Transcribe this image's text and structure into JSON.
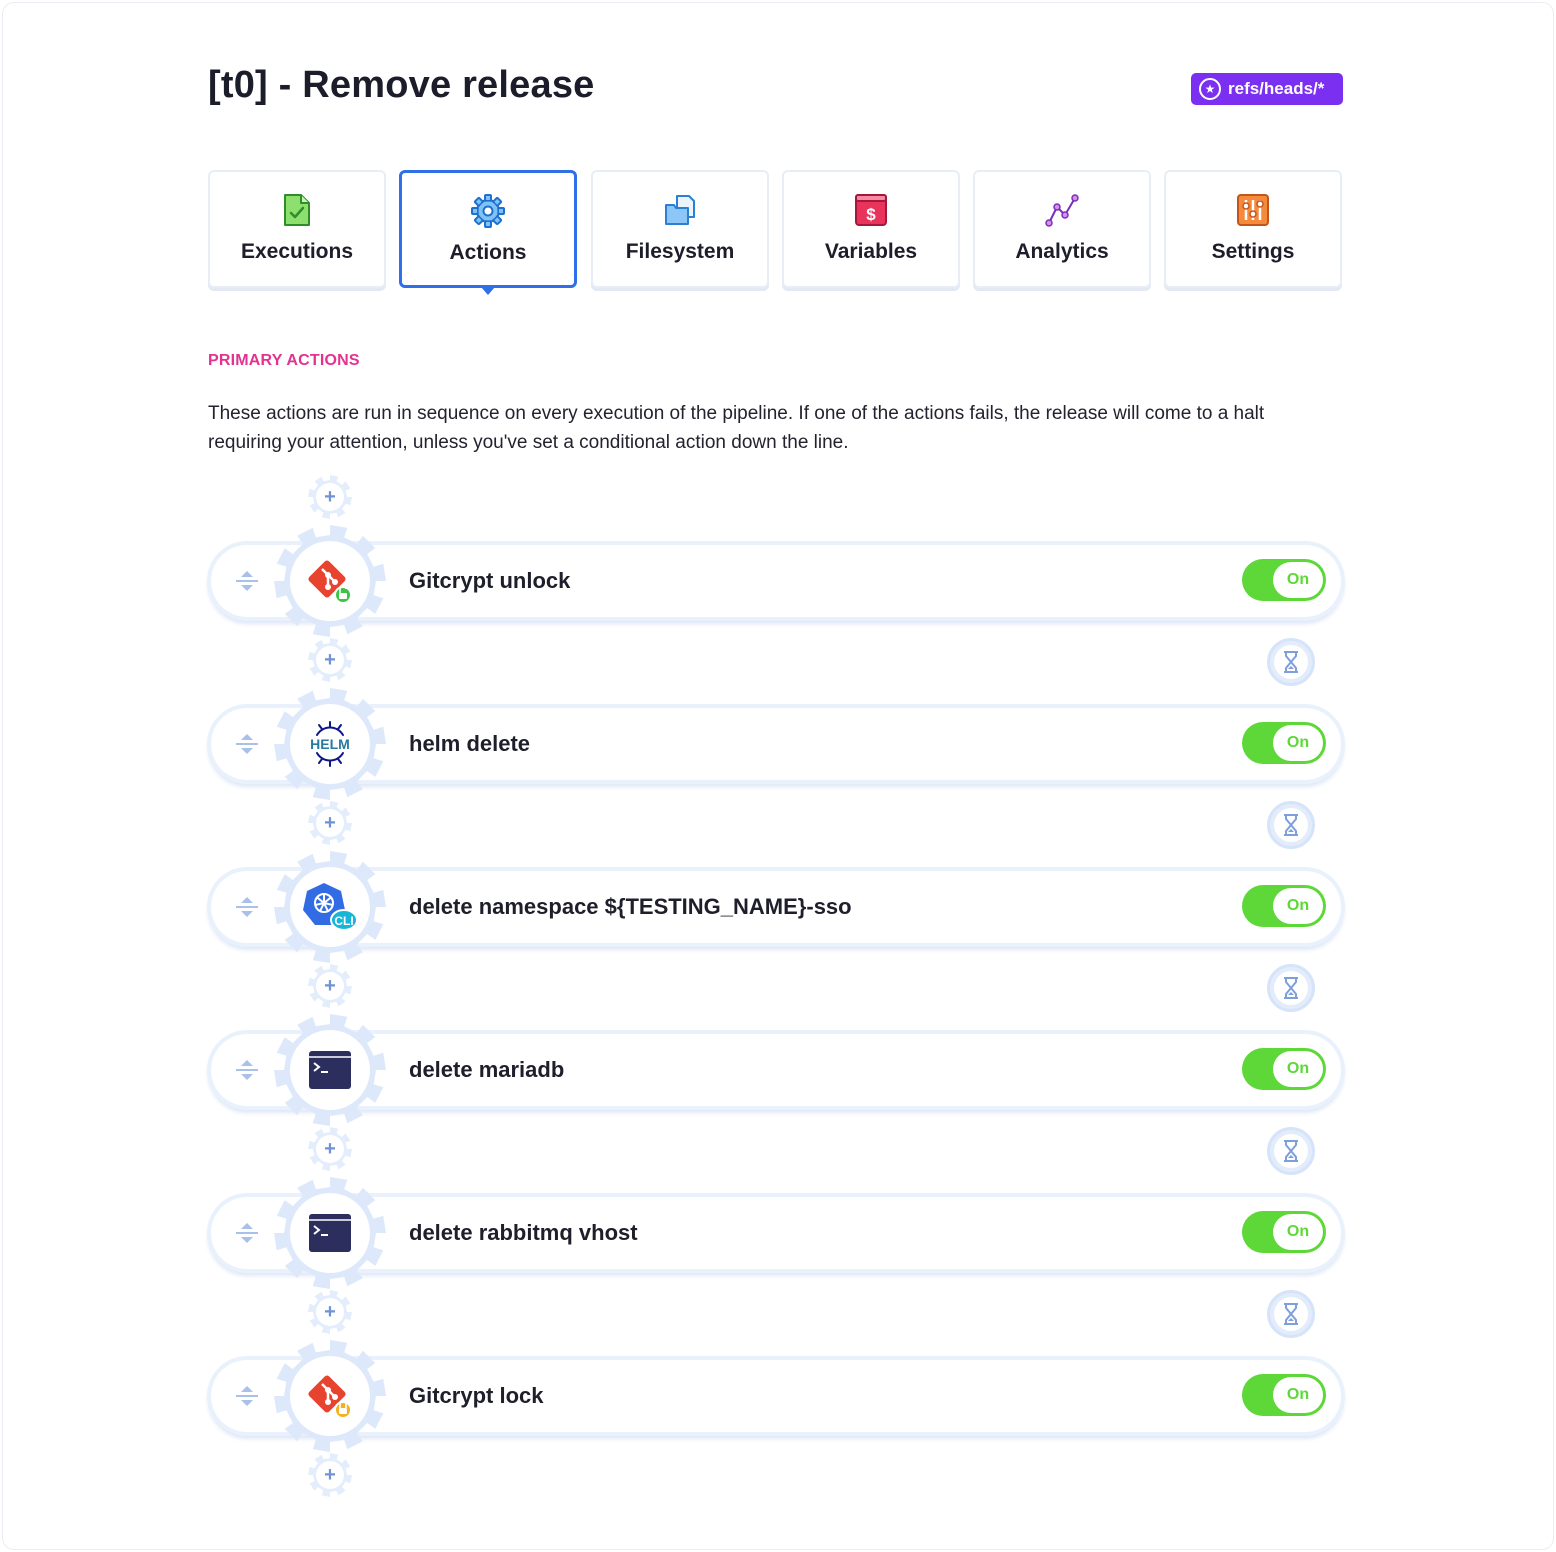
{
  "page": {
    "title": "[t0] - Remove release",
    "ref_badge": "refs/heads/*"
  },
  "tabs": [
    {
      "label": "Executions",
      "icon": "executions-file-check-icon",
      "active": false
    },
    {
      "label": "Actions",
      "icon": "actions-gear-icon",
      "active": true
    },
    {
      "label": "Filesystem",
      "icon": "filesystem-folder-icon",
      "active": false
    },
    {
      "label": "Variables",
      "icon": "variables-dollar-icon",
      "active": false
    },
    {
      "label": "Analytics",
      "icon": "analytics-line-icon",
      "active": false
    },
    {
      "label": "Settings",
      "icon": "settings-sliders-icon",
      "active": false
    }
  ],
  "section": {
    "label": "PRIMARY ACTIONS",
    "description": "These actions are run in sequence on every execution of the pipeline. If one of the actions fails, the release will come to a halt requiring your attention, unless you've set a conditional action down the line."
  },
  "actions": [
    {
      "name": "Gitcrypt unlock",
      "icon": "git-unlock-icon",
      "toggle": "On"
    },
    {
      "name": "helm delete",
      "icon": "helm-icon",
      "toggle": "On"
    },
    {
      "name": "delete namespace ${TESTING_NAME}-sso",
      "icon": "kubernetes-cli-icon",
      "toggle": "On"
    },
    {
      "name": "delete mariadb",
      "icon": "terminal-icon",
      "toggle": "On"
    },
    {
      "name": "delete rabbitmq vhost",
      "icon": "terminal-icon",
      "toggle": "On"
    },
    {
      "name": "Gitcrypt lock",
      "icon": "git-lock-icon",
      "toggle": "On"
    }
  ],
  "icon_texts": {
    "helm": "HELM",
    "cli": "CLI",
    "dollar": "$",
    "plus": "+"
  },
  "colors": {
    "accent_blue": "#2f6fe8",
    "badge_purple": "#7b2ff0",
    "section_pink": "#e3328f",
    "toggle_green": "#5ed838"
  }
}
